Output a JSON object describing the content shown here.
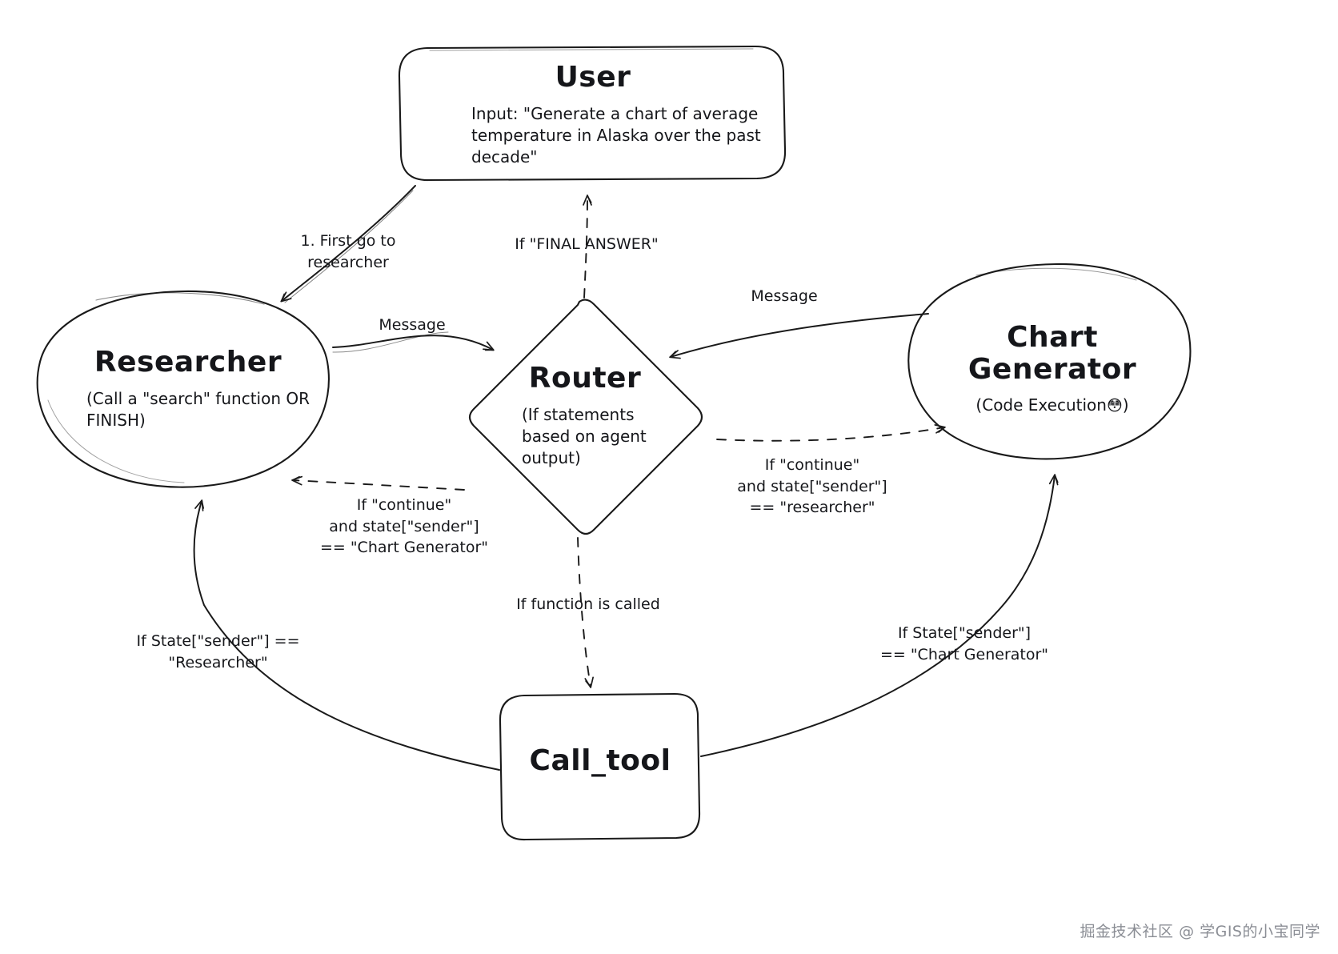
{
  "diagram": {
    "type": "flow-graph",
    "background": "#ffffff",
    "stroke": "#1a1a1a",
    "nodes": [
      {
        "id": "user",
        "shape": "rounded-rectangle",
        "title": "User",
        "subtitle": "Input: \"Generate a chart of\naverage temperature in Alaska\nover the past decade\""
      },
      {
        "id": "researcher",
        "shape": "ellipse",
        "title": "Researcher",
        "subtitle": "(Call a \"search\" function\nOR FINISH)"
      },
      {
        "id": "router",
        "shape": "diamond",
        "title": "Router",
        "subtitle": "(If statements\nbased on agent\noutput)"
      },
      {
        "id": "chart_generator",
        "shape": "ellipse",
        "title": "Chart\nGenerator",
        "subtitle": "(Code Execution )",
        "subtitle_prefix": "(Code Execution",
        "subtitle_emoji": "😳",
        "subtitle_suffix": ")"
      },
      {
        "id": "call_tool",
        "shape": "rounded-rectangle",
        "title": "Call_tool",
        "subtitle": ""
      }
    ],
    "edges": [
      {
        "id": "user-to-researcher",
        "from": "user",
        "to": "researcher",
        "style": "solid",
        "label": "1. First go to\nresearcher"
      },
      {
        "id": "researcher-to-router",
        "from": "researcher",
        "to": "router",
        "style": "solid",
        "label": "Message"
      },
      {
        "id": "chartgen-to-router",
        "from": "chart_generator",
        "to": "router",
        "style": "solid",
        "label": "Message"
      },
      {
        "id": "router-to-user",
        "from": "router",
        "to": "user",
        "style": "dashed",
        "label": "If \"FINAL ANSWER\""
      },
      {
        "id": "router-to-researcher",
        "from": "router",
        "to": "researcher",
        "style": "dashed",
        "label": "If \"continue\"\nand state[\"sender\"]\n== \"Chart Generator\""
      },
      {
        "id": "router-to-chartgen",
        "from": "router",
        "to": "chart_generator",
        "style": "dashed",
        "label": "If \"continue\"\nand state[\"sender\"]\n== \"researcher\""
      },
      {
        "id": "router-to-calltool",
        "from": "router",
        "to": "call_tool",
        "style": "dashed",
        "label": "If function is called"
      },
      {
        "id": "calltool-to-researcher",
        "from": "call_tool",
        "to": "researcher",
        "style": "solid",
        "label": "If State[\"sender\"] ==\n\"Researcher\""
      },
      {
        "id": "calltool-to-chartgen",
        "from": "call_tool",
        "to": "chart_generator",
        "style": "solid",
        "label": "If State[\"sender\"]\n== \"Chart Generator\""
      }
    ]
  },
  "watermark": {
    "text": "掘金技术社区 @ 学GIS的小宝同学"
  }
}
